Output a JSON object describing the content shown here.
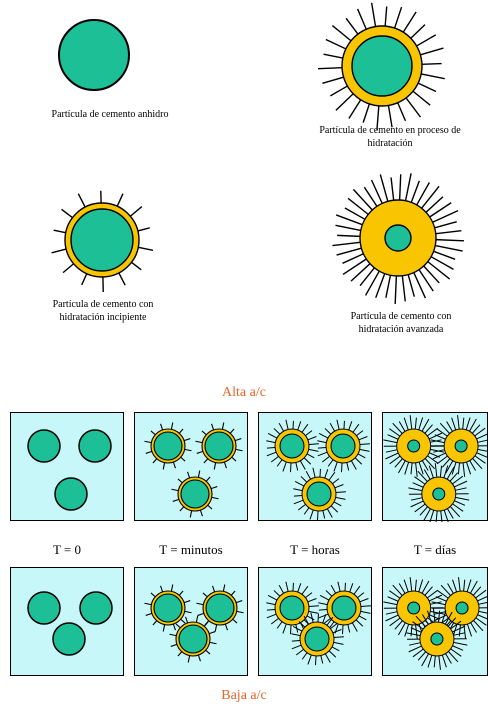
{
  "legend": {
    "anhydrous_caption": "Partícula de cemento anhidro",
    "in_process_caption": "Partícula de cemento en proceso de\nhidratación",
    "incipient_caption": "Partícula de cemento con\nhidratación incipiente",
    "advanced_caption": "Partícula de cemento con\nhidratación avanzada"
  },
  "titles": {
    "high_ratio": "Alta a/c",
    "low_ratio": "Baja a/c"
  },
  "time_labels": [
    "T = 0",
    "T = minutos",
    "T = horas",
    "T = días"
  ],
  "colors": {
    "cement": "#1cbf96",
    "hydrate": "#f9c500",
    "panel_bg": "#c8f7f9",
    "title": "#e8632a"
  }
}
